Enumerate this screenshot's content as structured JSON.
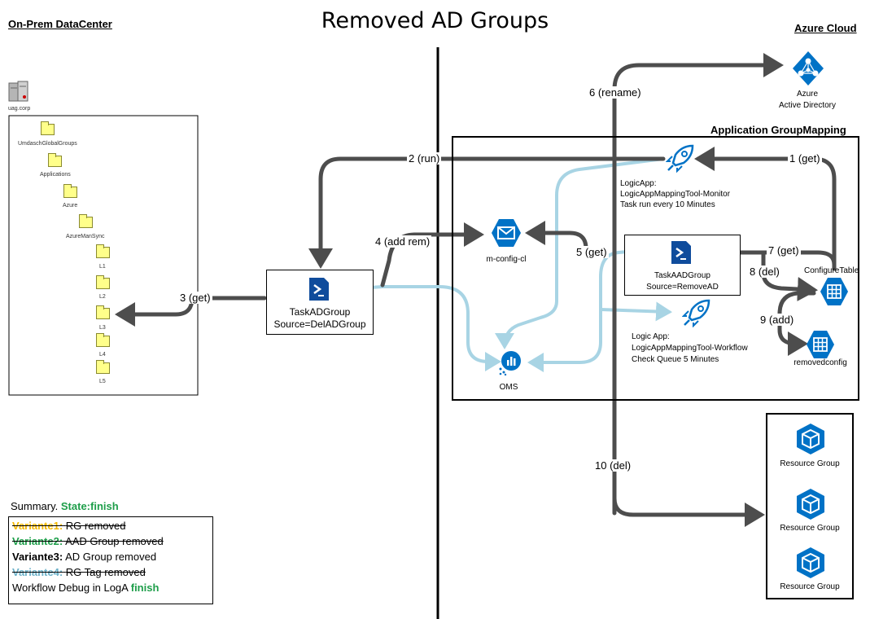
{
  "title": "Removed AD Groups",
  "regions": {
    "onprem": "On-Prem DataCenter",
    "azure": "Azure Cloud"
  },
  "onprem_tree": {
    "server_label": "uag.corp",
    "folders": [
      "UmdaschGlobalGroups",
      "Applications",
      "Azure",
      "AzureManSync",
      "L1",
      "L2",
      "L3",
      "L4",
      "L5"
    ]
  },
  "nodes": {
    "task_ad_group": {
      "line1": "TaskADGroup",
      "line2": "Source=DelADGroup"
    },
    "aad": {
      "line1": "Azure",
      "line2": "Active Directory"
    },
    "group_mapping_title": "Application GroupMapping",
    "logicapp_monitor": {
      "line1": "LogicApp:",
      "line2": "LogicAppMappingTool-Monitor",
      "line3": "Task run every 10 Minutes"
    },
    "mconfig": "m-config-cl",
    "task_aad_group": {
      "line1": "TaskAADGroup",
      "line2": "Source=RemoveAD"
    },
    "config_table": "ConfigureTable",
    "removed_config": "removedconfig",
    "oms": "OMS",
    "logicapp_workflow": {
      "line1": "Logic App:",
      "line2": "LogicAppMappingTool-Workflow",
      "line3": "Check Queue 5 Minutes"
    },
    "resource_groups": [
      "Resource Group",
      "Resource Group",
      "Resource Group"
    ]
  },
  "flows": {
    "f1": "1 (get)",
    "f2": "2 (run)",
    "f3": "3 (get)",
    "f4": "4 (add rem)",
    "f5": "5 (get)",
    "f6": "6 (rename)",
    "f7": "7 (get)",
    "f8": "8 (del)",
    "f9": "9 (add)",
    "f10": "10 (del)"
  },
  "summary": {
    "prefix": "Summary. ",
    "state": "State:finish",
    "rows": [
      {
        "key": "Variante1:",
        "text": "RG removed",
        "key_color": "#f5b800",
        "strike": true
      },
      {
        "key": "Variante2:",
        "text": "AAD Group removed",
        "key_color": "#1e9e4a",
        "strike": true
      },
      {
        "key": "Variante3:",
        "text": "AD Group removed",
        "key_color": "#000000",
        "strike": false
      },
      {
        "key": "Variante4:",
        "text": "RG Tag removed",
        "key_color": "#6ab0c8",
        "strike": true
      }
    ],
    "debug_text": "Workflow Debug in LogA ",
    "debug_status": "finish"
  },
  "colors": {
    "dark_arrow": "#4d4d4d",
    "light_arrow": "#a8d4e4",
    "azure_blue": "#0072c6",
    "green": "#1e9e4a"
  }
}
